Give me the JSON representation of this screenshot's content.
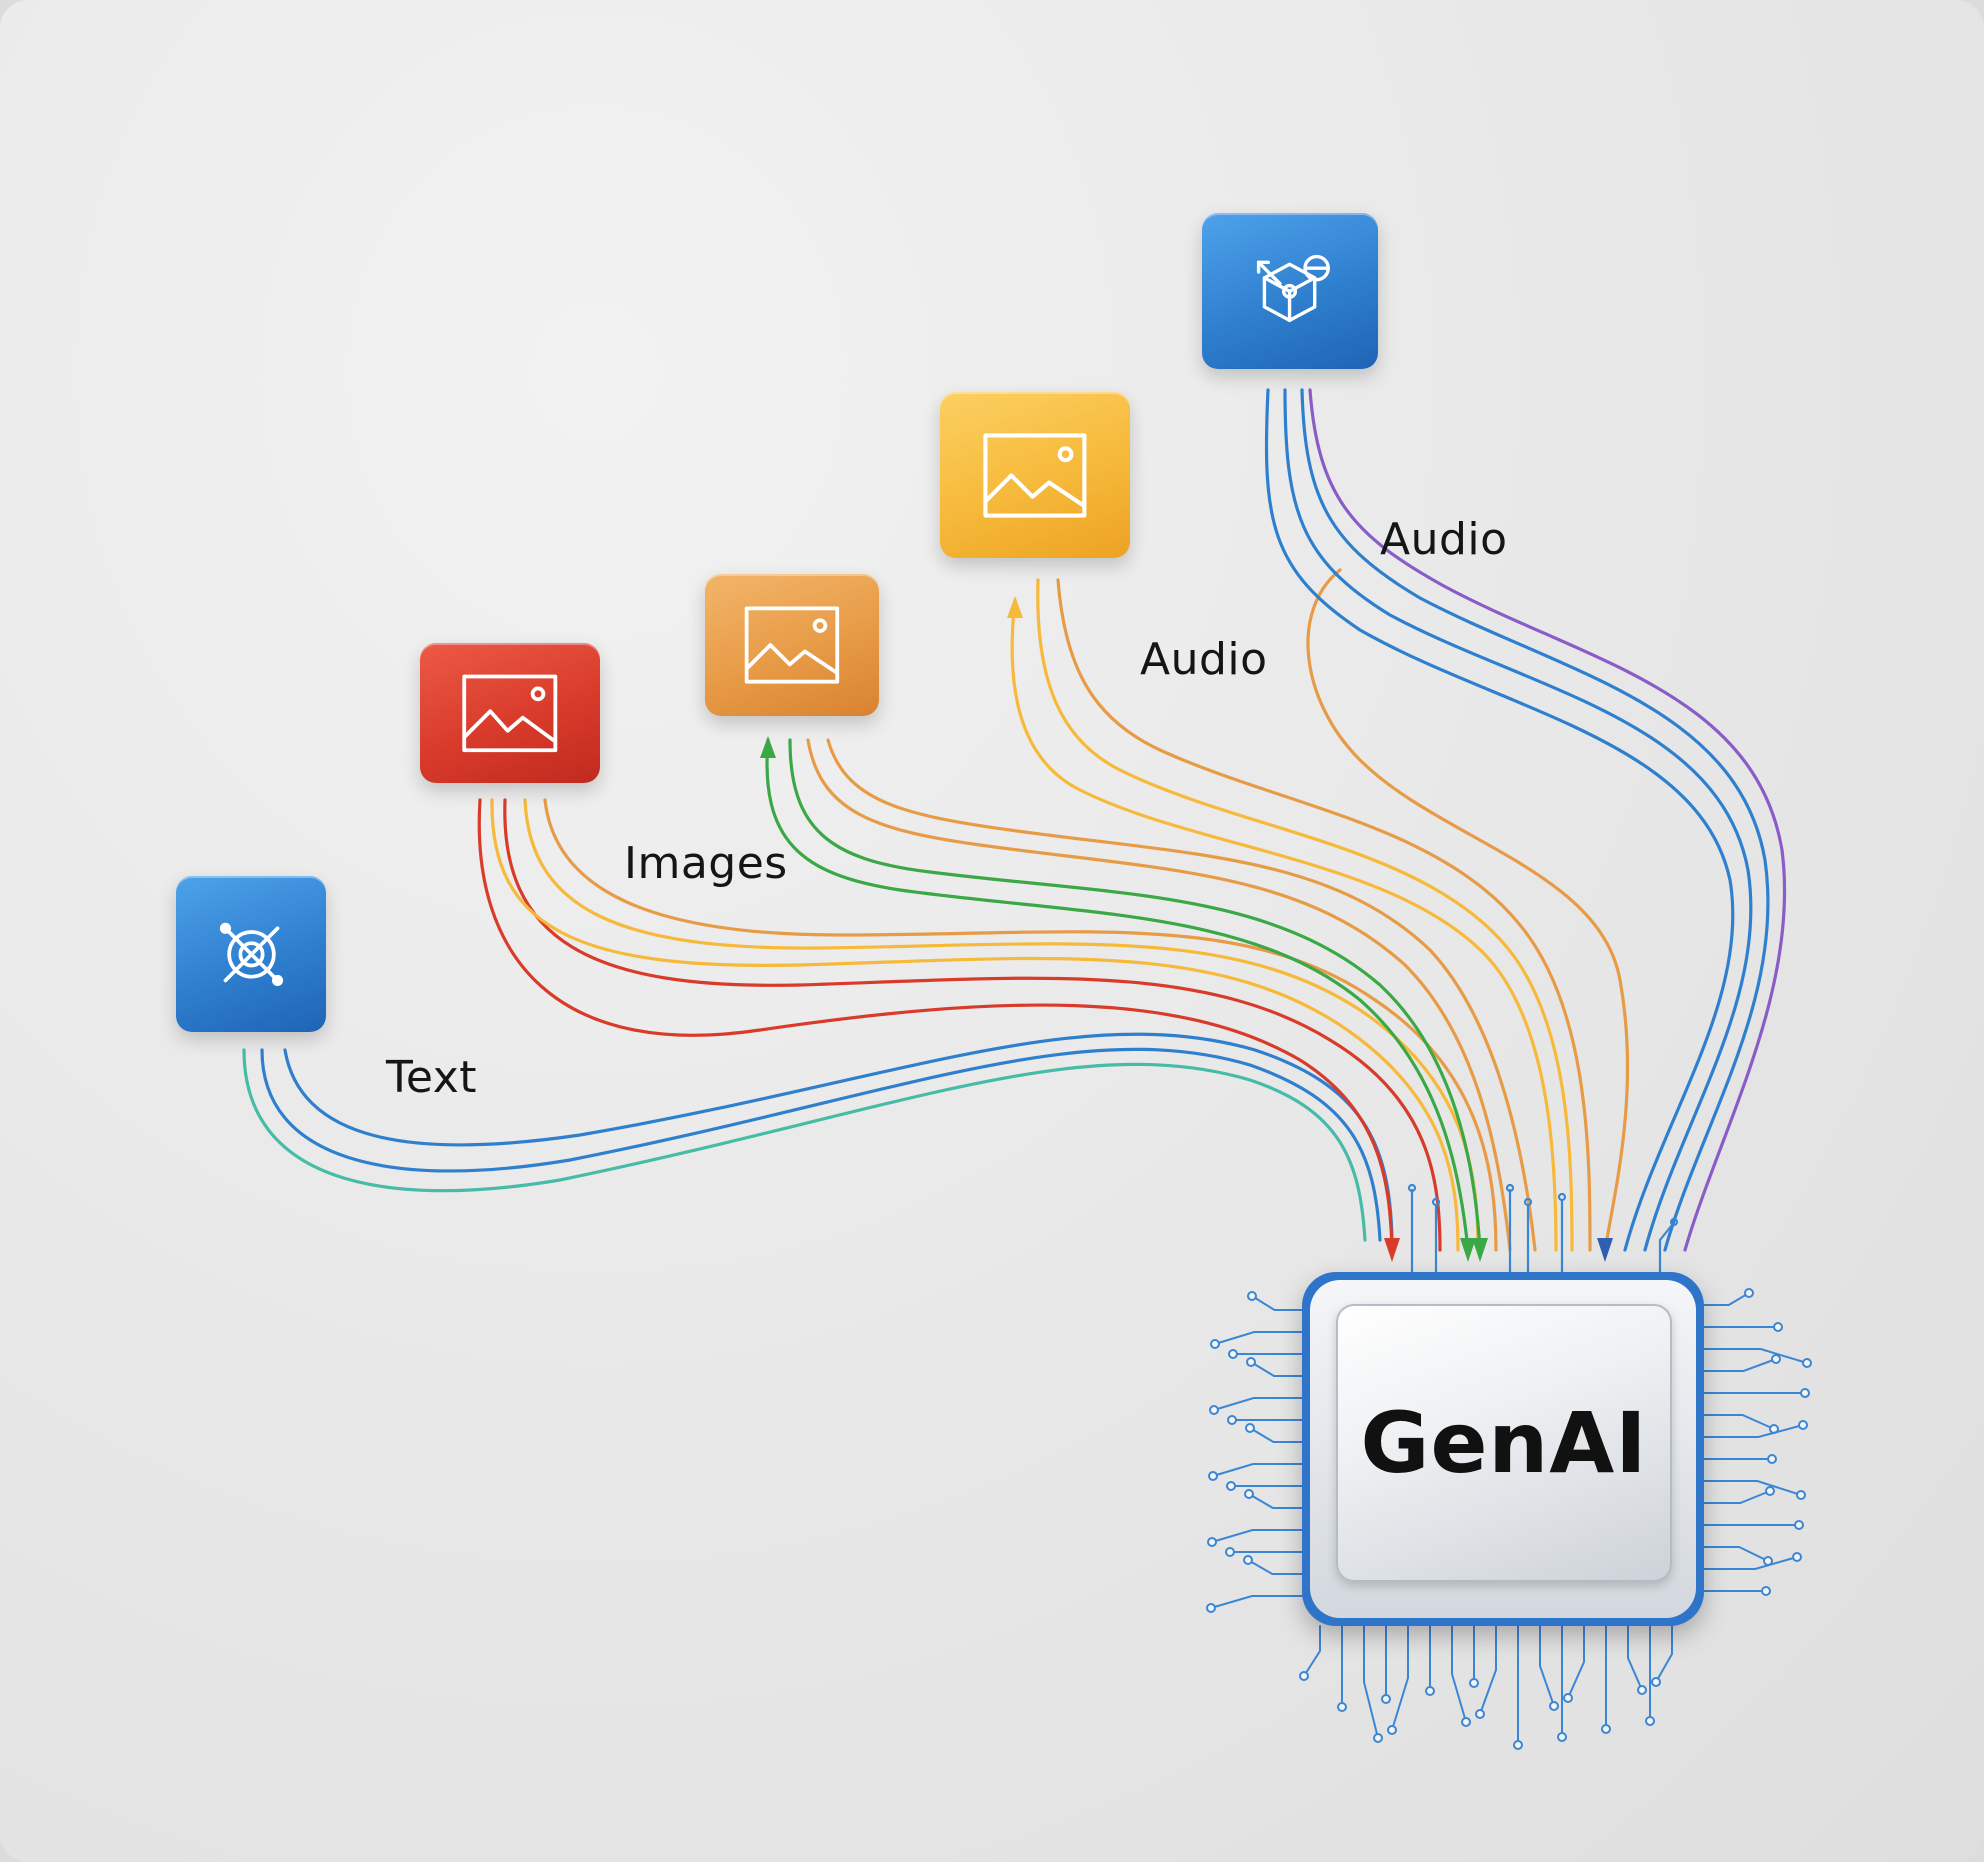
{
  "labels": {
    "text": "Text",
    "images": "Images",
    "audio_lower": "Audio",
    "audio_upper": "Audio"
  },
  "processor": {
    "label": "GenAI"
  },
  "icons": {
    "tile_1": "target-crosshair-icon",
    "tile_2": "image-icon",
    "tile_3": "image-icon",
    "tile_4": "image-icon",
    "tile_5": "cube-globe-icon"
  },
  "colors": {
    "blue": "#2f7fcf",
    "red": "#d93b2b",
    "orange": "#e79b46",
    "yellow": "#f6b93a",
    "green": "#3aa845",
    "purple": "#8a5cc8",
    "teal": "#45bba8",
    "circuit": "#3b86d4"
  }
}
